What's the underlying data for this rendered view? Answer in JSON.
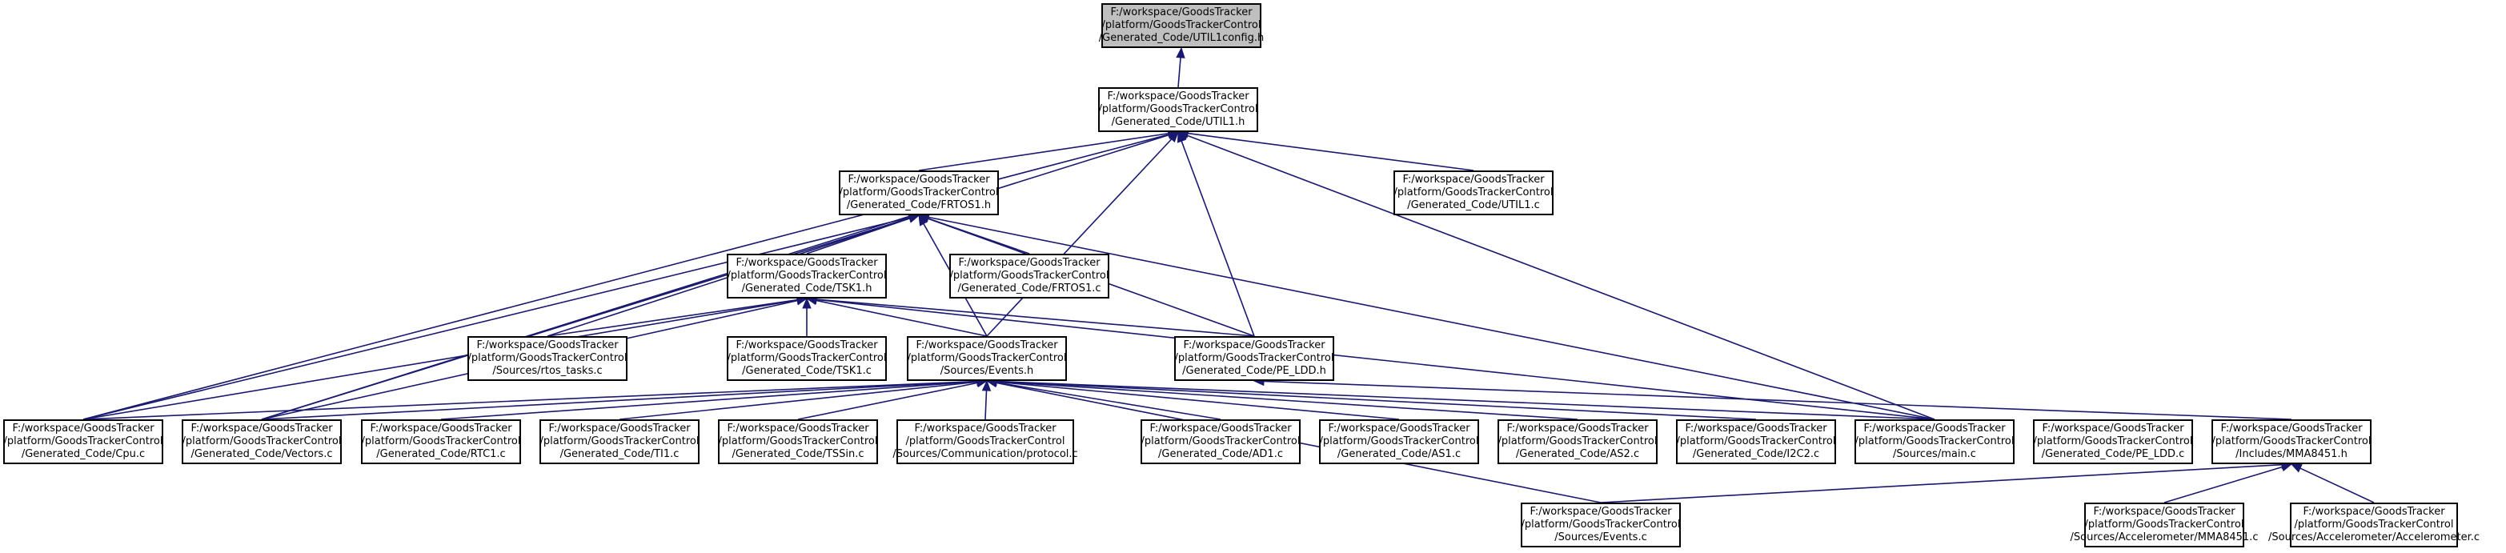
{
  "graph": {
    "nodes": [
      {
        "id": "util1cfg",
        "root": true,
        "lines": [
          "F:/workspace/GoodsTracker",
          "/platform/GoodsTrackerControl",
          "/Generated_Code/UTIL1config.h"
        ]
      },
      {
        "id": "util1h",
        "lines": [
          "F:/workspace/GoodsTracker",
          "/platform/GoodsTrackerControl",
          "/Generated_Code/UTIL1.h"
        ]
      },
      {
        "id": "frtos1h",
        "lines": [
          "F:/workspace/GoodsTracker",
          "/platform/GoodsTrackerControl",
          "/Generated_Code/FRTOS1.h"
        ]
      },
      {
        "id": "util1c",
        "lines": [
          "F:/workspace/GoodsTracker",
          "/platform/GoodsTrackerControl",
          "/Generated_Code/UTIL1.c"
        ]
      },
      {
        "id": "tsk1h",
        "lines": [
          "F:/workspace/GoodsTracker",
          "/platform/GoodsTrackerControl",
          "/Generated_Code/TSK1.h"
        ]
      },
      {
        "id": "frtos1c",
        "lines": [
          "F:/workspace/GoodsTracker",
          "/platform/GoodsTrackerControl",
          "/Generated_Code/FRTOS1.c"
        ]
      },
      {
        "id": "freertos",
        "lines": [
          "F:/workspace/GoodsTracker",
          "/platform/GoodsTrackerControl",
          "/Sources/rtos_tasks.c"
        ]
      },
      {
        "id": "tsk1c",
        "lines": [
          "F:/workspace/GoodsTracker",
          "/platform/GoodsTrackerControl",
          "/Generated_Code/TSK1.c"
        ]
      },
      {
        "id": "eventsh",
        "lines": [
          "F:/workspace/GoodsTracker",
          "/platform/GoodsTrackerControl",
          "/Sources/Events.h"
        ]
      },
      {
        "id": "peldh",
        "lines": [
          "F:/workspace/GoodsTracker",
          "/platform/GoodsTrackerControl",
          "/Generated_Code/PE_LDD.h"
        ]
      },
      {
        "id": "cpuc",
        "lines": [
          "F:/workspace/GoodsTracker",
          "/platform/GoodsTrackerControl",
          "/Generated_Code/Cpu.c"
        ]
      },
      {
        "id": "vectorsc",
        "lines": [
          "F:/workspace/GoodsTracker",
          "/platform/GoodsTrackerControl",
          "/Generated_Code/Vectors.c"
        ]
      },
      {
        "id": "rtc1c",
        "lines": [
          "F:/workspace/GoodsTracker",
          "/platform/GoodsTrackerControl",
          "/Generated_Code/RTC1.c"
        ]
      },
      {
        "id": "ti1c",
        "lines": [
          "F:/workspace/GoodsTracker",
          "/platform/GoodsTrackerControl",
          "/Generated_Code/TI1.c"
        ]
      },
      {
        "id": "tssinc",
        "lines": [
          "F:/workspace/GoodsTracker",
          "/platform/GoodsTrackerControl",
          "/Generated_Code/TSSin.c"
        ]
      },
      {
        "id": "protocolc",
        "lines": [
          "F:/workspace/GoodsTracker",
          "/platform/GoodsTrackerControl",
          "/Sources/Communication/protocol.c"
        ]
      },
      {
        "id": "ad1c",
        "lines": [
          "F:/workspace/GoodsTracker",
          "/platform/GoodsTrackerControl",
          "/Generated_Code/AD1.c"
        ]
      },
      {
        "id": "as1c",
        "lines": [
          "F:/workspace/GoodsTracker",
          "/platform/GoodsTrackerControl",
          "/Generated_Code/AS1.c"
        ]
      },
      {
        "id": "as2c",
        "lines": [
          "F:/workspace/GoodsTracker",
          "/platform/GoodsTrackerControl",
          "/Generated_Code/AS2.c"
        ]
      },
      {
        "id": "i2c2c",
        "lines": [
          "F:/workspace/GoodsTracker",
          "/platform/GoodsTrackerControl",
          "/Generated_Code/I2C2.c"
        ]
      },
      {
        "id": "mainc",
        "lines": [
          "F:/workspace/GoodsTracker",
          "/platform/GoodsTrackerControl",
          "/Sources/main.c"
        ]
      },
      {
        "id": "peldc",
        "lines": [
          "F:/workspace/GoodsTracker",
          "/platform/GoodsTrackerControl",
          "/Generated_Code/PE_LDD.c"
        ]
      },
      {
        "id": "mma8451h",
        "lines": [
          "F:/workspace/GoodsTracker",
          "/platform/GoodsTrackerControl",
          "/Includes/MMA8451.h"
        ]
      },
      {
        "id": "eventsc",
        "lines": [
          "F:/workspace/GoodsTracker",
          "/platform/GoodsTrackerControl",
          "/Sources/Events.c"
        ]
      },
      {
        "id": "accmmac",
        "lines": [
          "F:/workspace/GoodsTracker",
          "/platform/GoodsTrackerControl",
          "/Sources/Accelerometer/MMA8451.c"
        ]
      },
      {
        "id": "accc",
        "lines": [
          "F:/workspace/GoodsTracker",
          "/platform/GoodsTrackerControl",
          "/Sources/Accelerometer/Accelerometer.c"
        ]
      }
    ],
    "edges": [
      [
        "util1h",
        "util1cfg"
      ],
      [
        "frtos1h",
        "util1h"
      ],
      [
        "util1c",
        "util1h"
      ],
      [
        "eventsh",
        "util1h"
      ],
      [
        "peldh",
        "util1h"
      ],
      [
        "cpuc",
        "util1h"
      ],
      [
        "vectorsc",
        "util1h"
      ],
      [
        "mainc",
        "util1h"
      ],
      [
        "tsk1h",
        "frtos1h"
      ],
      [
        "frtos1c",
        "frtos1h"
      ],
      [
        "freertos",
        "frtos1h"
      ],
      [
        "eventsh",
        "frtos1h"
      ],
      [
        "peldh",
        "frtos1h"
      ],
      [
        "cpuc",
        "frtos1h"
      ],
      [
        "vectorsc",
        "frtos1h"
      ],
      [
        "mainc",
        "frtos1h"
      ],
      [
        "tsk1c",
        "tsk1h"
      ],
      [
        "freertos",
        "tsk1h"
      ],
      [
        "eventsh",
        "tsk1h"
      ],
      [
        "peldh",
        "tsk1h"
      ],
      [
        "cpuc",
        "tsk1h"
      ],
      [
        "vectorsc",
        "tsk1h"
      ],
      [
        "mainc",
        "tsk1h"
      ],
      [
        "cpuc",
        "eventsh"
      ],
      [
        "vectorsc",
        "eventsh"
      ],
      [
        "rtc1c",
        "eventsh"
      ],
      [
        "ti1c",
        "eventsh"
      ],
      [
        "tssinc",
        "eventsh"
      ],
      [
        "protocolc",
        "eventsh"
      ],
      [
        "ad1c",
        "eventsh"
      ],
      [
        "as1c",
        "eventsh"
      ],
      [
        "as2c",
        "eventsh"
      ],
      [
        "i2c2c",
        "eventsh"
      ],
      [
        "mainc",
        "eventsh"
      ],
      [
        "eventsc",
        "eventsh"
      ],
      [
        "mma8451h",
        "peldh"
      ],
      [
        "eventsc",
        "mma8451h"
      ],
      [
        "accmmac",
        "mma8451h"
      ],
      [
        "accc",
        "mma8451h"
      ]
    ]
  }
}
